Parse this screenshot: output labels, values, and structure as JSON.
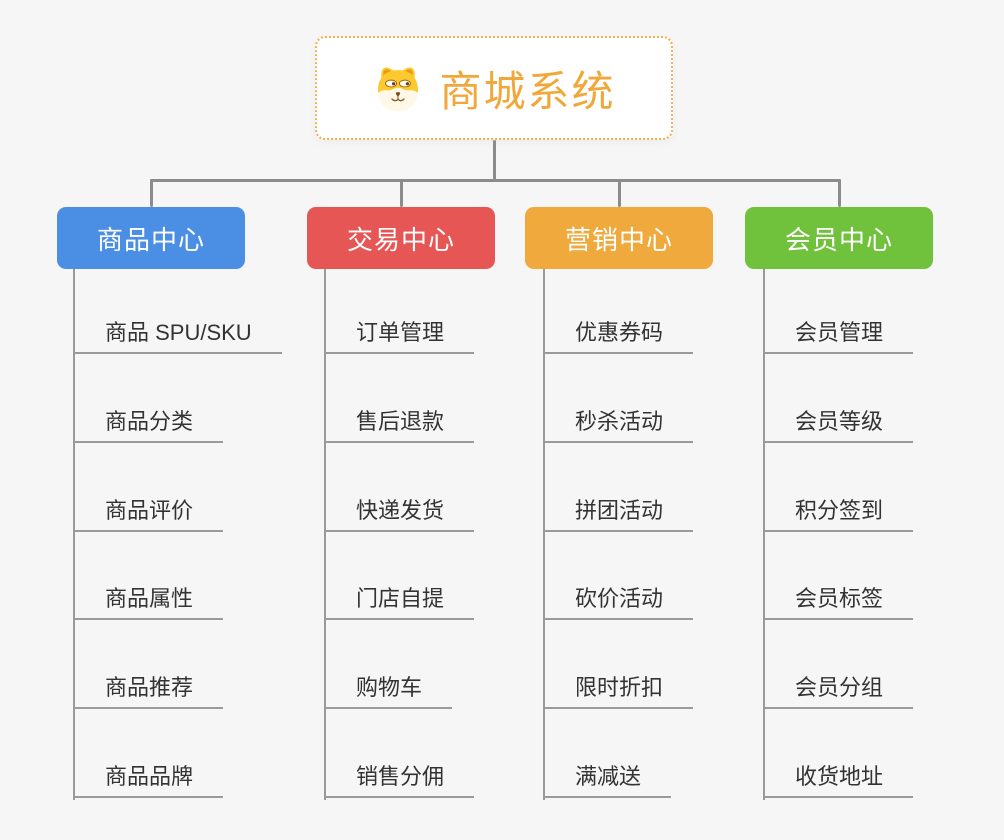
{
  "diagram": {
    "root": {
      "title": "商城系统",
      "icon": "dog-face-icon",
      "title_color": "#f1a83b",
      "border_color": "#f2b050"
    },
    "branches": [
      {
        "label": "商品中心",
        "color": "#4b8fe4",
        "children": [
          "商品 SPU/SKU",
          "商品分类",
          "商品评价",
          "商品属性",
          "商品推荐",
          "商品品牌"
        ]
      },
      {
        "label": "交易中心",
        "color": "#e55654",
        "children": [
          "订单管理",
          "售后退款",
          "快递发货",
          "门店自提",
          "购物车",
          "销售分佣"
        ]
      },
      {
        "label": "营销中心",
        "color": "#efa93c",
        "children": [
          "优惠券码",
          "秒杀活动",
          "拼团活动",
          "砍价活动",
          "限时折扣",
          "满减送"
        ]
      },
      {
        "label": "会员中心",
        "color": "#70c13c",
        "children": [
          "会员管理",
          "会员等级",
          "积分签到",
          "会员标签",
          "会员分组",
          "收货地址"
        ]
      }
    ],
    "colors": {
      "background": "#f6f6f6",
      "connector": "#8c8c8c",
      "leaf_line": "#9a9a9a",
      "leaf_text": "#333333"
    }
  }
}
